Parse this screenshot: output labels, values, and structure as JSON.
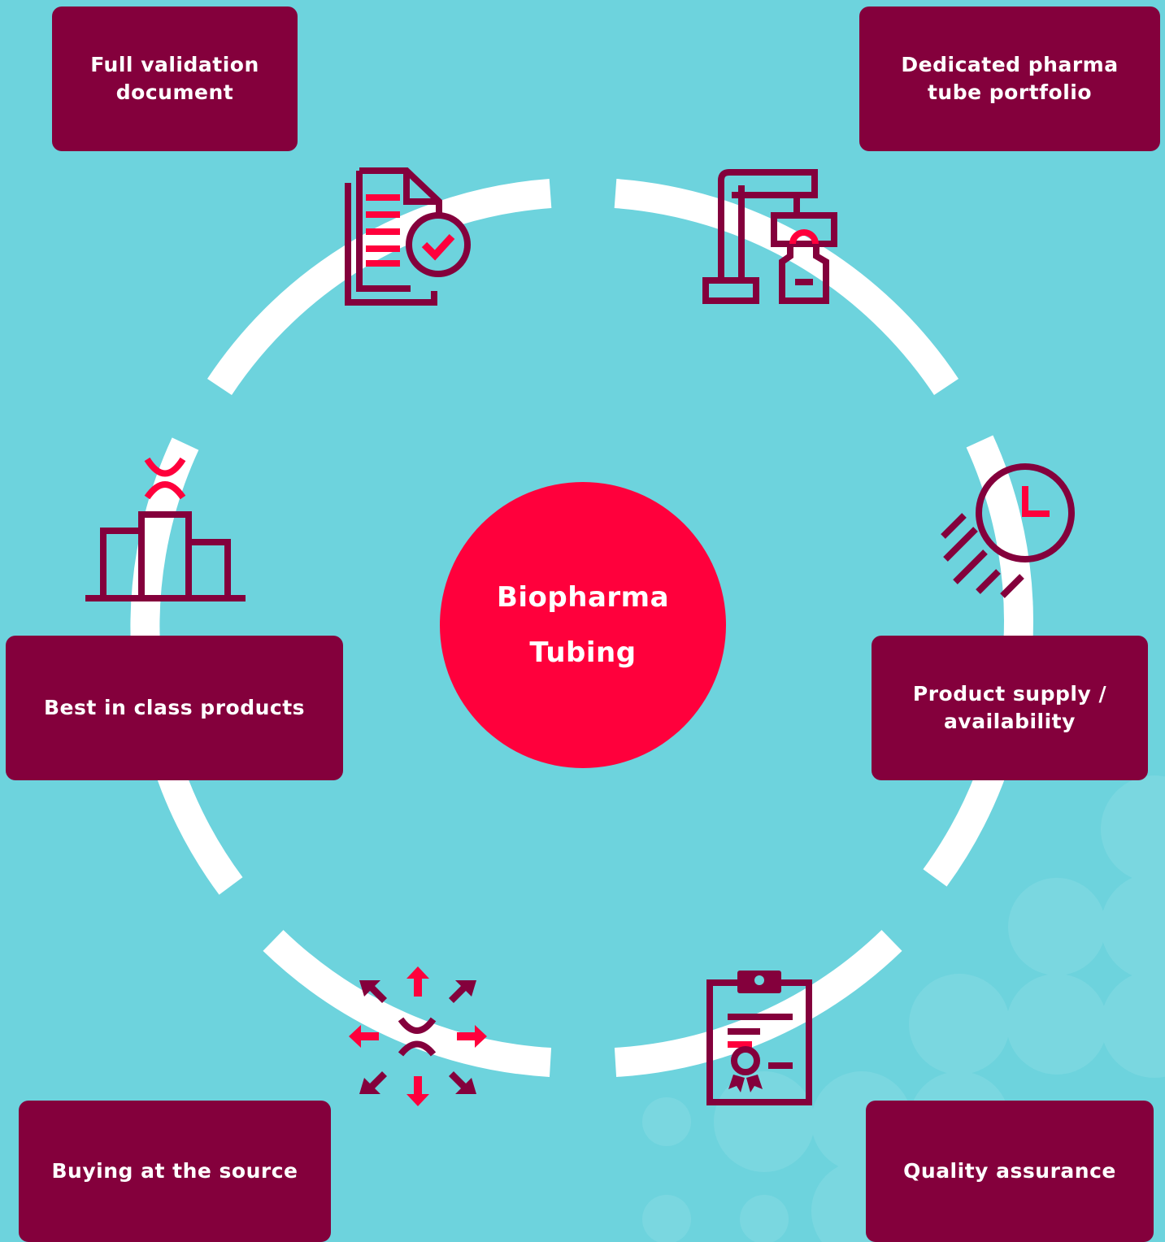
{
  "colors": {
    "background": "#6dd3dd",
    "box": "#84003c",
    "accent": "#ff003c",
    "ring": "#ffffff",
    "text": "#ffffff"
  },
  "center": {
    "label": "Biopharma\nTubing"
  },
  "features": [
    {
      "label": "Full validation\ndocument",
      "icon": "validation-document-icon"
    },
    {
      "label": "Dedicated pharma\ntube portfolio",
      "icon": "pharma-machine-icon"
    },
    {
      "label": "Product supply /\navailability",
      "icon": "fast-clock-icon"
    },
    {
      "label": "Quality assurance",
      "icon": "certificate-clipboard-icon"
    },
    {
      "label": "Buying at the source",
      "icon": "distribution-arrows-icon"
    },
    {
      "label": "Best in class products",
      "icon": "podium-icon"
    }
  ]
}
